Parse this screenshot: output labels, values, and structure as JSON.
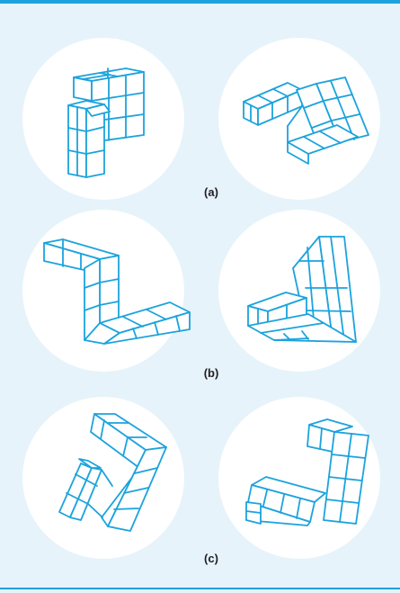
{
  "colors": {
    "background": "#e6f3fa",
    "accent": "#1ca3dd",
    "circle": "#ffffff",
    "text": "#231f20"
  },
  "labels": {
    "a": "(a)",
    "b": "(b)",
    "c": "(c)"
  }
}
